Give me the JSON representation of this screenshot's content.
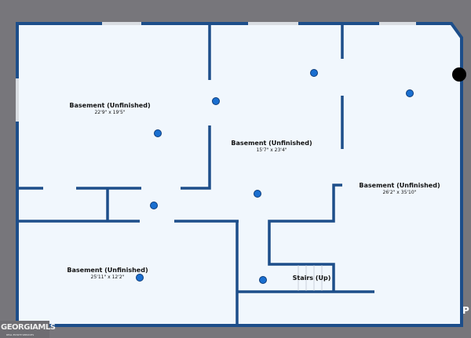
{
  "rooms": [
    {
      "name": "Basement (Unfinished)",
      "dims": "22'9\" x 19'5\""
    },
    {
      "name": "Basement (Unfinished)",
      "dims": "15'7\" x 23'4\""
    },
    {
      "name": "Basement (Unfinished)",
      "dims": "26'2\" x 35'10\""
    },
    {
      "name": "Basement (Unfinished)",
      "dims": "25'11\" x 12'2\""
    }
  ],
  "stairs_label": "Stairs (Up)",
  "logo": {
    "main": "GEORGIAMLS",
    "sub": "REAL ESTATE SERVICES"
  },
  "edge_mark": "P",
  "colors": {
    "wall": "#1d4e8a",
    "floor": "#f1f7fd",
    "background": "#77767b",
    "camera": "#1a6fd0"
  }
}
